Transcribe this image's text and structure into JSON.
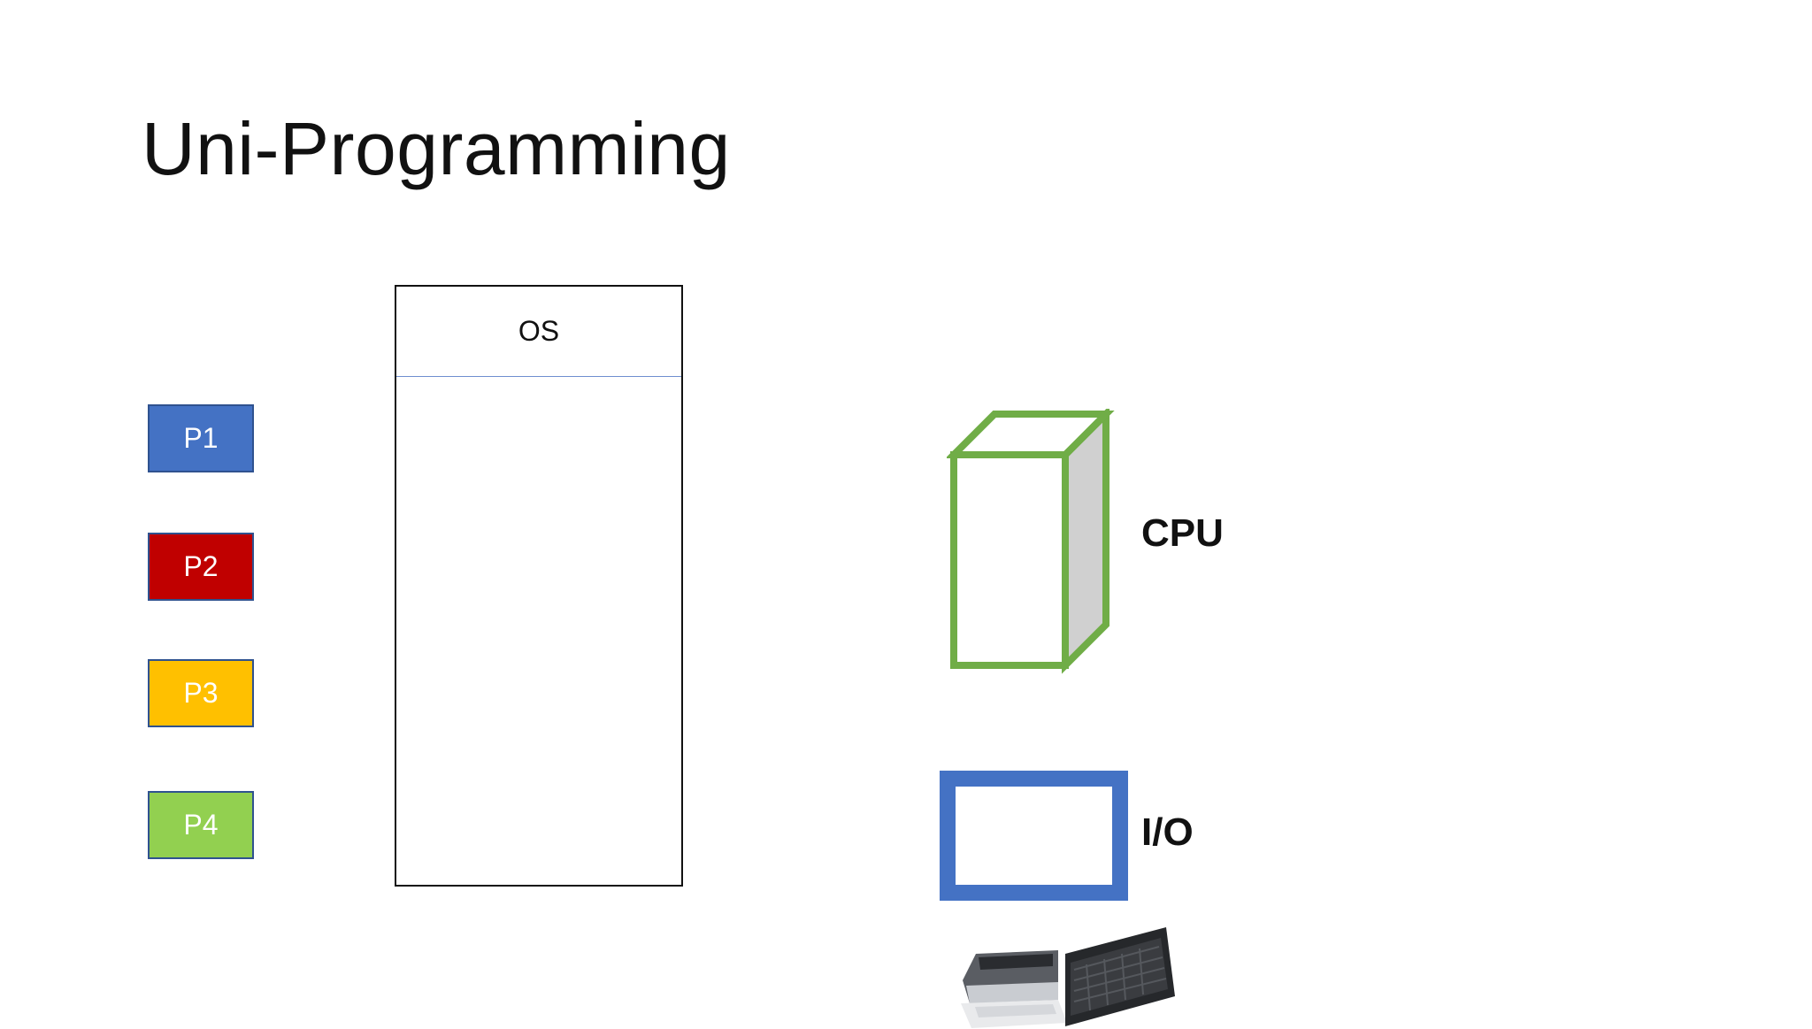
{
  "slide": {
    "title": "Uni-Programming"
  },
  "processes": [
    {
      "label": "P1",
      "color": "#4472c4"
    },
    {
      "label": "P2",
      "color": "#c00000"
    },
    {
      "label": "P3",
      "color": "#ffc000"
    },
    {
      "label": "P4",
      "color": "#92d050"
    }
  ],
  "memory": {
    "os_label": "OS"
  },
  "cpu": {
    "label": "CPU",
    "outline_color": "#70ad47",
    "side_color": "#d0d0d0"
  },
  "io": {
    "label": "I/O",
    "frame_color": "#4472c4",
    "devices": [
      "printer-icon",
      "keyboard-icon"
    ]
  }
}
